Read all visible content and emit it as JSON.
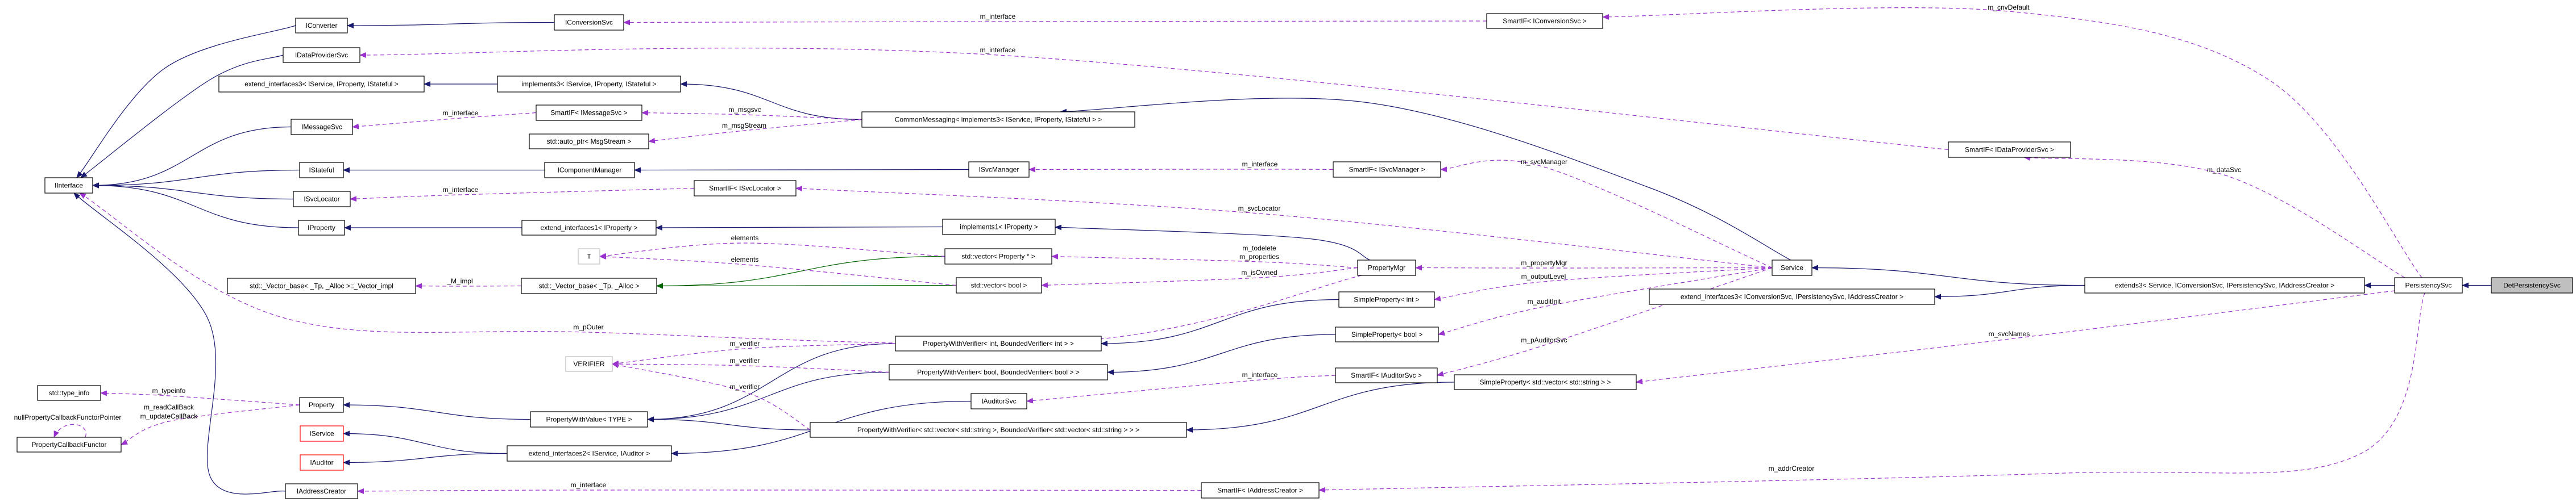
{
  "title": "DetPersistencySvc collaboration diagram",
  "colors": {
    "inheritance": "#191970",
    "member": "#9a32cd",
    "template": "#006400",
    "missing_border": "#ff0000",
    "undocumented_border": "#bfbfbf",
    "focus_fill": "#bfbfbf"
  },
  "nodes": [
    {
      "label": "IInterface",
      "style": "normal"
    },
    {
      "label": "IConverter",
      "style": "normal"
    },
    {
      "label": "IDataProviderSvc",
      "style": "normal"
    },
    {
      "label": "extend_interfaces3< IService, IProperty, IStateful >",
      "style": "normal"
    },
    {
      "label": "IMessageSvc",
      "style": "normal"
    },
    {
      "label": "IStateful",
      "style": "normal"
    },
    {
      "label": "ISvcLocator",
      "style": "normal"
    },
    {
      "label": "IProperty",
      "style": "normal"
    },
    {
      "label": "std::_Vector_base< _Tp, _Alloc >::_Vector_impl",
      "style": "normal"
    },
    {
      "label": "std::type_info",
      "style": "normal"
    },
    {
      "label": "PropertyCallbackFunctor",
      "style": "normal"
    },
    {
      "label": "Property",
      "style": "normal"
    },
    {
      "label": "IService",
      "style": "red"
    },
    {
      "label": "IAuditor",
      "style": "red"
    },
    {
      "label": "IAddressCreator",
      "style": "normal"
    },
    {
      "label": "IConversionSvc",
      "style": "normal"
    },
    {
      "label": "implements3< IService, IProperty, IStateful >",
      "style": "normal"
    },
    {
      "label": "SmartIF< IMessageSvc >",
      "style": "normal"
    },
    {
      "label": "std::auto_ptr< MsgStream >",
      "style": "normal"
    },
    {
      "label": "IComponentManager",
      "style": "normal"
    },
    {
      "label": "SmartIF< ISvcLocator >",
      "style": "normal"
    },
    {
      "label": "extend_interfaces1< IProperty >",
      "style": "normal"
    },
    {
      "label": "T",
      "style": "light"
    },
    {
      "label": "std::_Vector_base< _Tp, _Alloc >",
      "style": "normal"
    },
    {
      "label": "VERIFIER",
      "style": "light"
    },
    {
      "label": "PropertyWithValue< TYPE >",
      "style": "normal"
    },
    {
      "label": "extend_interfaces2< IService, IAuditor >",
      "style": "normal"
    },
    {
      "label": "CommonMessaging< implements3< IService, IProperty, IStateful > >",
      "style": "normal"
    },
    {
      "label": "ISvcManager",
      "style": "normal"
    },
    {
      "label": "implements1< IProperty >",
      "style": "normal"
    },
    {
      "label": "std::vector< Property * >",
      "style": "normal"
    },
    {
      "label": "std::vector< bool >",
      "style": "normal"
    },
    {
      "label": "PropertyWithVerifier< int, BoundedVerifier< int > >",
      "style": "normal"
    },
    {
      "label": "PropertyWithVerifier< bool, BoundedVerifier< bool > >",
      "style": "normal"
    },
    {
      "label": "IAuditorSvc",
      "style": "normal"
    },
    {
      "label": "PropertyWithVerifier< std::vector< std::string >, BoundedVerifier< std::vector< std::string > > >",
      "style": "normal"
    },
    {
      "label": "SmartIF< IAddressCreator >",
      "style": "normal"
    },
    {
      "label": "SmartIF< IConversionSvc >",
      "style": "normal"
    },
    {
      "label": "SmartIF< ISvcManager >",
      "style": "normal"
    },
    {
      "label": "PropertyMgr",
      "style": "normal"
    },
    {
      "label": "SimpleProperty< int >",
      "style": "normal"
    },
    {
      "label": "SimpleProperty< bool >",
      "style": "normal"
    },
    {
      "label": "SmartIF< IAuditorSvc >",
      "style": "normal"
    },
    {
      "label": "SimpleProperty< std::vector< std::string > >",
      "style": "normal"
    },
    {
      "label": "extend_interfaces3< IConversionSvc, IPersistencySvc, IAddressCreator >",
      "style": "normal"
    },
    {
      "label": "Service",
      "style": "normal"
    },
    {
      "label": "SmartIF< IDataProviderSvc >",
      "style": "normal"
    },
    {
      "label": "extends3< Service, IConversionSvc, IPersistencySvc, IAddressCreator >",
      "style": "normal"
    },
    {
      "label": "PersistencySvc",
      "style": "normal"
    },
    {
      "label": "DetPersistencySvc",
      "style": "focus"
    }
  ],
  "edges": [
    {
      "from": "IConverter",
      "to": "IInterface",
      "kind": "inherit",
      "labels": []
    },
    {
      "from": "IDataProviderSvc",
      "to": "IInterface",
      "kind": "inherit",
      "labels": []
    },
    {
      "from": "IMessageSvc",
      "to": "IInterface",
      "kind": "inherit",
      "labels": []
    },
    {
      "from": "IStateful",
      "to": "IInterface",
      "kind": "inherit",
      "labels": []
    },
    {
      "from": "ISvcLocator",
      "to": "IInterface",
      "kind": "inherit",
      "labels": []
    },
    {
      "from": "IProperty",
      "to": "IInterface",
      "kind": "inherit",
      "labels": []
    },
    {
      "from": "IAddressCreator",
      "to": "IInterface",
      "kind": "inherit",
      "labels": []
    },
    {
      "from": "IConversionSvc",
      "to": "IConverter",
      "kind": "inherit",
      "labels": []
    },
    {
      "from": "implements3< IService, IProperty, IStateful >",
      "to": "extend_interfaces3< IService, IProperty, IStateful >",
      "kind": "inherit",
      "labels": []
    },
    {
      "from": "CommonMessaging< implements3< IService, IProperty, IStateful > >",
      "to": "implements3< IService, IProperty, IStateful >",
      "kind": "inherit",
      "labels": []
    },
    {
      "from": "IComponentManager",
      "to": "IStateful",
      "kind": "inherit",
      "labels": []
    },
    {
      "from": "ISvcManager",
      "to": "IComponentManager",
      "kind": "inherit",
      "labels": []
    },
    {
      "from": "extend_interfaces1< IProperty >",
      "to": "IProperty",
      "kind": "inherit",
      "labels": []
    },
    {
      "from": "implements1< IProperty >",
      "to": "extend_interfaces1< IProperty >",
      "kind": "inherit",
      "labels": []
    },
    {
      "from": "Service",
      "to": "CommonMessaging< implements3< IService, IProperty, IStateful > >",
      "kind": "inherit",
      "labels": []
    },
    {
      "from": "PropertyMgr",
      "to": "implements1< IProperty >",
      "kind": "inherit",
      "labels": []
    },
    {
      "from": "PropertyWithValue< TYPE >",
      "to": "Property",
      "kind": "inherit",
      "labels": []
    },
    {
      "from": "extend_interfaces2< IService, IAuditor >",
      "to": "IService",
      "kind": "inherit",
      "labels": []
    },
    {
      "from": "extend_interfaces2< IService, IAuditor >",
      "to": "IAuditor",
      "kind": "inherit",
      "labels": []
    },
    {
      "from": "PropertyWithVerifier< int, BoundedVerifier< int > >",
      "to": "PropertyWithValue< TYPE >",
      "kind": "inherit",
      "labels": []
    },
    {
      "from": "PropertyWithVerifier< bool, BoundedVerifier< bool > >",
      "to": "PropertyWithValue< TYPE >",
      "kind": "inherit",
      "labels": []
    },
    {
      "from": "PropertyWithVerifier< std::vector< std::string >, BoundedVerifier< std::vector< std::string > > >",
      "to": "PropertyWithValue< TYPE >",
      "kind": "inherit",
      "labels": []
    },
    {
      "from": "IAuditorSvc",
      "to": "extend_interfaces2< IService, IAuditor >",
      "kind": "inherit",
      "labels": []
    },
    {
      "from": "SimpleProperty< int >",
      "to": "PropertyWithVerifier< int, BoundedVerifier< int > >",
      "kind": "inherit",
      "labels": []
    },
    {
      "from": "SimpleProperty< bool >",
      "to": "PropertyWithVerifier< bool, BoundedVerifier< bool > >",
      "kind": "inherit",
      "labels": []
    },
    {
      "from": "SimpleProperty< std::vector< std::string > >",
      "to": "PropertyWithVerifier< std::vector< std::string >, BoundedVerifier< std::vector< std::string > > >",
      "kind": "inherit",
      "labels": []
    },
    {
      "from": "extends3< Service, IConversionSvc, IPersistencySvc, IAddressCreator >",
      "to": "Service",
      "kind": "inherit",
      "labels": []
    },
    {
      "from": "extends3< Service, IConversionSvc, IPersistencySvc, IAddressCreator >",
      "to": "extend_interfaces3< IConversionSvc, IPersistencySvc, IAddressCreator >",
      "kind": "inherit",
      "labels": []
    },
    {
      "from": "PersistencySvc",
      "to": "extends3< Service, IConversionSvc, IPersistencySvc, IAddressCreator >",
      "kind": "inherit",
      "labels": []
    },
    {
      "from": "DetPersistencySvc",
      "to": "PersistencySvc",
      "kind": "inherit",
      "labels": []
    },
    {
      "from": "std::vector< Property * >",
      "to": "std::_Vector_base< _Tp, _Alloc >",
      "kind": "template",
      "labels": []
    },
    {
      "from": "std::vector< bool >",
      "to": "std::_Vector_base< _Tp, _Alloc >",
      "kind": "template",
      "labels": []
    },
    {
      "from": "SmartIF< IConversionSvc >",
      "to": "IConversionSvc",
      "kind": "member",
      "labels": [
        "m_interface"
      ]
    },
    {
      "from": "SmartIF< IDataProviderSvc >",
      "to": "IDataProviderSvc",
      "kind": "member",
      "labels": [
        "m_interface"
      ]
    },
    {
      "from": "SmartIF< IMessageSvc >",
      "to": "IMessageSvc",
      "kind": "member",
      "labels": [
        "m_interface"
      ]
    },
    {
      "from": "CommonMessaging< implements3< IService, IProperty, IStateful > >",
      "to": "SmartIF< IMessageSvc >",
      "kind": "member",
      "labels": [
        "m_msgsvc"
      ]
    },
    {
      "from": "CommonMessaging< implements3< IService, IProperty, IStateful > >",
      "to": "std::auto_ptr< MsgStream >",
      "kind": "member",
      "labels": [
        "m_msgStream"
      ]
    },
    {
      "from": "SmartIF< ISvcLocator >",
      "to": "ISvcLocator",
      "kind": "member",
      "labels": [
        "m_interface"
      ]
    },
    {
      "from": "SmartIF< ISvcManager >",
      "to": "ISvcManager",
      "kind": "member",
      "labels": [
        "m_interface"
      ]
    },
    {
      "from": "Service",
      "to": "SmartIF< ISvcManager >",
      "kind": "member",
      "labels": [
        "m_svcManager"
      ]
    },
    {
      "from": "Service",
      "to": "SmartIF< ISvcLocator >",
      "kind": "member",
      "labels": [
        "m_svcLocator"
      ]
    },
    {
      "from": "std::vector< Property * >",
      "to": "T",
      "kind": "member",
      "labels": [
        "elements"
      ]
    },
    {
      "from": "std::vector< bool >",
      "to": "T",
      "kind": "member",
      "labels": [
        "elements"
      ]
    },
    {
      "from": "std::_Vector_base< _Tp, _Alloc >",
      "to": "std::_Vector_base< _Tp, _Alloc >::_Vector_impl",
      "kind": "member",
      "labels": [
        "_M_impl"
      ]
    },
    {
      "from": "PropertyMgr",
      "to": "std::vector< Property * >",
      "kind": "member",
      "labels": [
        "m_todelete",
        "m_properties"
      ]
    },
    {
      "from": "PropertyMgr",
      "to": "std::vector< bool >",
      "kind": "member",
      "labels": [
        "m_isOwned"
      ]
    },
    {
      "from": "PropertyMgr",
      "to": "IInterface",
      "kind": "member",
      "labels": [
        "m_pOuter"
      ]
    },
    {
      "from": "PropertyWithVerifier< int, BoundedVerifier< int > >",
      "to": "VERIFIER",
      "kind": "member",
      "labels": [
        "m_verifier"
      ]
    },
    {
      "from": "PropertyWithVerifier< bool, BoundedVerifier< bool > >",
      "to": "VERIFIER",
      "kind": "member",
      "labels": [
        "m_verifier"
      ]
    },
    {
      "from": "PropertyWithVerifier< std::vector< std::string >, BoundedVerifier< std::vector< std::string > > >",
      "to": "VERIFIER",
      "kind": "member",
      "labels": [
        "m_verifier"
      ]
    },
    {
      "from": "Property",
      "to": "std::type_info",
      "kind": "member",
      "labels": [
        "m_typeinfo"
      ]
    },
    {
      "from": "Property",
      "to": "PropertyCallbackFunctor",
      "kind": "member",
      "labels": [
        "m_readCallBack",
        "m_updateCallBack"
      ]
    },
    {
      "from": "PropertyCallbackFunctor",
      "to": "PropertyCallbackFunctor",
      "kind": "member",
      "labels": [
        "nullPropertyCallbackFunctorPointer"
      ]
    },
    {
      "from": "Service",
      "to": "PropertyMgr",
      "kind": "member",
      "labels": [
        "m_propertyMgr"
      ]
    },
    {
      "from": "Service",
      "to": "SimpleProperty< int >",
      "kind": "member",
      "labels": [
        "m_outputLevel"
      ]
    },
    {
      "from": "Service",
      "to": "SimpleProperty< bool >",
      "kind": "member",
      "labels": [
        "m_auditInit"
      ]
    },
    {
      "from": "Service",
      "to": "SmartIF< IAuditorSvc >",
      "kind": "member",
      "labels": [
        "m_pAuditorSvc"
      ]
    },
    {
      "from": "SmartIF< IAuditorSvc >",
      "to": "IAuditorSvc",
      "kind": "member",
      "labels": [
        "m_interface"
      ]
    },
    {
      "from": "PersistencySvc",
      "to": "SmartIF< IConversionSvc >",
      "kind": "member",
      "labels": [
        "m_cnvDefault"
      ]
    },
    {
      "from": "PersistencySvc",
      "to": "SmartIF< IDataProviderSvc >",
      "kind": "member",
      "labels": [
        "m_dataSvc"
      ]
    },
    {
      "from": "PersistencySvc",
      "to": "SimpleProperty< std::vector< std::string > >",
      "kind": "member",
      "labels": [
        "m_svcNames"
      ]
    },
    {
      "from": "PersistencySvc",
      "to": "SmartIF< IAddressCreator >",
      "kind": "member",
      "labels": [
        "m_addrCreator"
      ]
    },
    {
      "from": "SmartIF< IAddressCreator >",
      "to": "IAddressCreator",
      "kind": "member",
      "labels": [
        "m_interface"
      ]
    }
  ]
}
